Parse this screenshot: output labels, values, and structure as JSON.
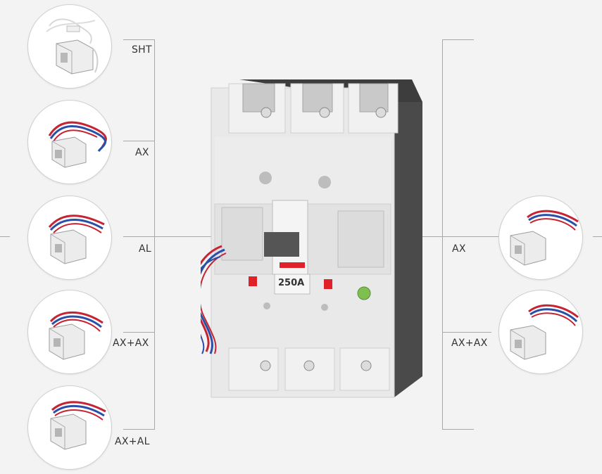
{
  "left_labels": [
    "SHT",
    "AX",
    "AL",
    "AX+AX",
    "AX+AL"
  ],
  "right_labels": [
    "AX",
    "AX+AX"
  ],
  "breaker": {
    "rating": "250A"
  },
  "accessory_icons": {
    "sht": "shunt-trip-icon",
    "aux": "auxiliary-contact-icon"
  },
  "colors": {
    "background": "#f3f3f3",
    "body": "#e9e9e9",
    "terminal": "#c9c9c9",
    "handle": "#555555",
    "indicator": "#e0212a",
    "wire_red": "#c62333",
    "wire_blue": "#2a4fa8",
    "line": "#a8a8a8"
  }
}
